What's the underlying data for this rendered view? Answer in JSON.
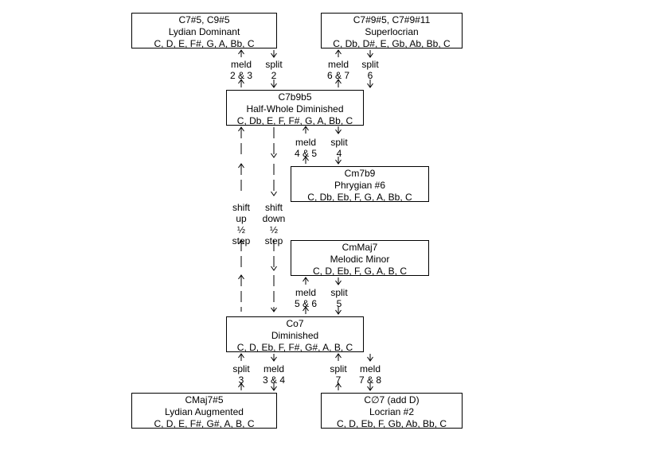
{
  "boxes": {
    "lydian_dominant": {
      "chord": "C7#5, C9#5",
      "scale": "Lydian Dominant",
      "notes": "C, D, E, F#, G, A, Bb, C"
    },
    "superlocrian": {
      "chord": "C7#9#5, C7#9#11",
      "scale": "Superlocrian",
      "notes": "C, Db, D#, E, Gb, Ab, Bb, C"
    },
    "half_whole": {
      "chord": "C7b9b5",
      "scale": "Half-Whole Diminished",
      "notes": "C, Db, E, F, F#, G, A, Bb, C"
    },
    "phrygian6": {
      "chord": "Cm7b9",
      "scale": "Phrygian #6",
      "notes": "C, Db, Eb, F, G, A, Bb, C"
    },
    "melodic_minor": {
      "chord": "CmMaj7",
      "scale": "Melodic Minor",
      "notes": "C, D, Eb, F, G, A, B, C"
    },
    "diminished": {
      "chord": "Co7",
      "scale": "Diminished",
      "notes": "C, D, Eb, F, F#, G#, A, B, C"
    },
    "lydian_augmented": {
      "chord": "CMaj7#5",
      "scale": "Lydian Augmented",
      "notes": "C, D, E, F#, G#, A, B, C"
    },
    "locrian2": {
      "chord": "C∅7 (add D)",
      "scale": "Locrian #2",
      "notes": "C, D, Eb, F, Gb, Ab, Bb, C"
    }
  },
  "labels": {
    "meld_2_3": [
      "meld",
      "2 & 3"
    ],
    "split_2": [
      "split",
      "2"
    ],
    "meld_6_7": [
      "meld",
      "6 & 7"
    ],
    "split_6": [
      "split",
      "6"
    ],
    "meld_4_5": [
      "meld",
      "4 & 5"
    ],
    "split_4": [
      "split",
      "4"
    ],
    "shift_up": [
      "shift",
      "up",
      "½",
      "step"
    ],
    "shift_down": [
      "shift",
      "down",
      "½",
      "step"
    ],
    "meld_5_6": [
      "meld",
      "5 & 6"
    ],
    "split_5": [
      "split",
      "5"
    ],
    "split_3": [
      "split",
      "3"
    ],
    "meld_3_4": [
      "meld",
      "3 & 4"
    ],
    "split_7": [
      "split",
      "7"
    ],
    "meld_7_8": [
      "meld",
      "7 & 8"
    ]
  }
}
